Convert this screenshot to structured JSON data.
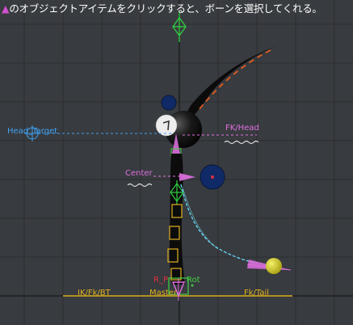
{
  "instruction": {
    "triangle_glyph": "▲",
    "text": "のオブジェクトアイテムをクリックすると、ボーンを選択してくれる。"
  },
  "labels": {
    "head_target": "Head_Target",
    "fk_head": "FK/Head",
    "center": "Center",
    "r_p": "R_P",
    "rot": "Rot",
    "ik_fk_bt": "IK/Fk/BT",
    "master": "Master",
    "fk_tail": "Fk/Tail"
  },
  "colors": {
    "background": "#383b3f",
    "grid": "#2a2c2f",
    "blue": "#40a0f0",
    "pink": "#e070e0",
    "green": "#40d040",
    "yellow": "#e0b020",
    "cyan": "#60d0f0",
    "red": "#e03040"
  }
}
